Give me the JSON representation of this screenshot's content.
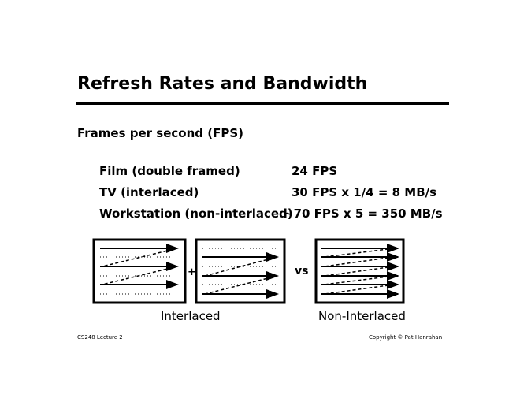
{
  "title": "Refresh Rates and Bandwidth",
  "subtitle": "Frames per second (FPS)",
  "rows": [
    {
      "label": "Film (double framed)",
      "value": "24 FPS"
    },
    {
      "label": "TV (interlaced)",
      "value": "30 FPS x 1/4 = 8 MB/s"
    },
    {
      "label": "Workstation (non-interlaced)",
      "value": "~70 FPS x 5 = 350 MB/s"
    }
  ],
  "diagram": {
    "plus": "+",
    "vs": "vs",
    "interlaced_caption": "Interlaced",
    "noninterlaced_caption": "Non-Interlaced"
  },
  "footer": {
    "left": "CS248 Lecture 2",
    "right": "Copyright © Pat Hanrahan"
  }
}
